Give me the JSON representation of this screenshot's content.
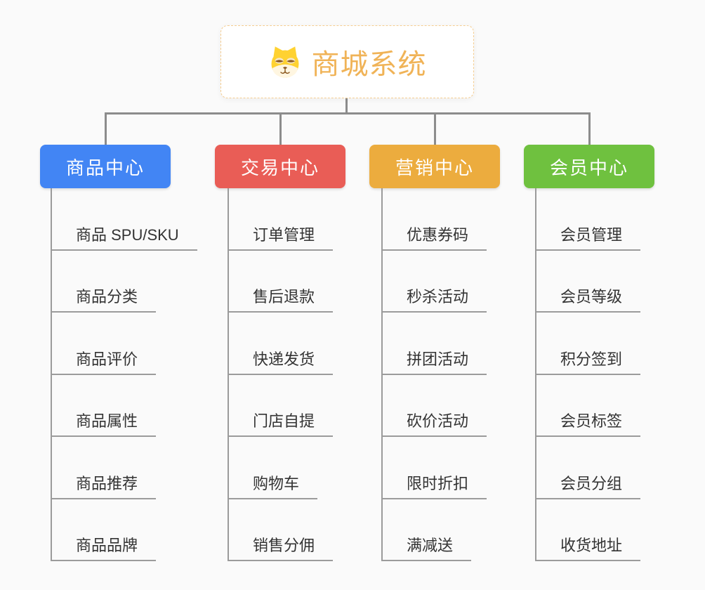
{
  "root": {
    "title": "商城系统",
    "icon": "dog-face-icon"
  },
  "branches": [
    {
      "label": "商品中心",
      "color": "#4285F4",
      "items": [
        "商品 SPU/SKU",
        "商品分类",
        "商品评价",
        "商品属性",
        "商品推荐",
        "商品品牌"
      ]
    },
    {
      "label": "交易中心",
      "color": "#E95D56",
      "items": [
        "订单管理",
        "售后退款",
        "快递发货",
        "门店自提",
        "购物车",
        "销售分佣"
      ]
    },
    {
      "label": "营销中心",
      "color": "#ECAC3E",
      "items": [
        "优惠券码",
        "秒杀活动",
        "拼团活动",
        "砍价活动",
        "限时折扣",
        "满减送"
      ]
    },
    {
      "label": "会员中心",
      "color": "#6FC13F",
      "items": [
        "会员管理",
        "会员等级",
        "积分签到",
        "会员标签",
        "会员分组",
        "收货地址"
      ]
    }
  ],
  "palette": {
    "background": "#FAFAFA",
    "connector": "#8C8C8C",
    "tree_line": "#9B9B9B",
    "item_text": "#333333",
    "root_border": "#F5CD90",
    "root_title_color": "#F0B357",
    "branch_text": "#FFFFFF"
  }
}
